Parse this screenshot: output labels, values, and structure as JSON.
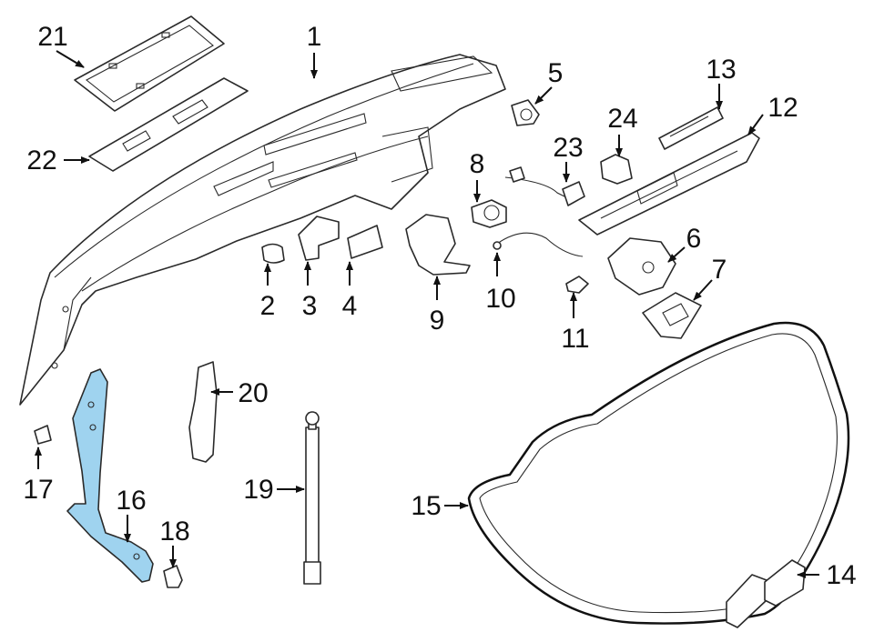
{
  "diagram": {
    "callouts": {
      "c1": "1",
      "c2": "2",
      "c3": "3",
      "c4": "4",
      "c5": "5",
      "c6": "6",
      "c7": "7",
      "c8": "8",
      "c9": "9",
      "c10": "10",
      "c11": "11",
      "c12": "12",
      "c13": "13",
      "c14": "14",
      "c15": "15",
      "c16": "16",
      "c17": "17",
      "c18": "18",
      "c19": "19",
      "c20": "20",
      "c21": "21",
      "c22": "22",
      "c23": "23",
      "c24": "24"
    },
    "highlight_color": "#9fd3ef",
    "line_color": "#111111"
  }
}
